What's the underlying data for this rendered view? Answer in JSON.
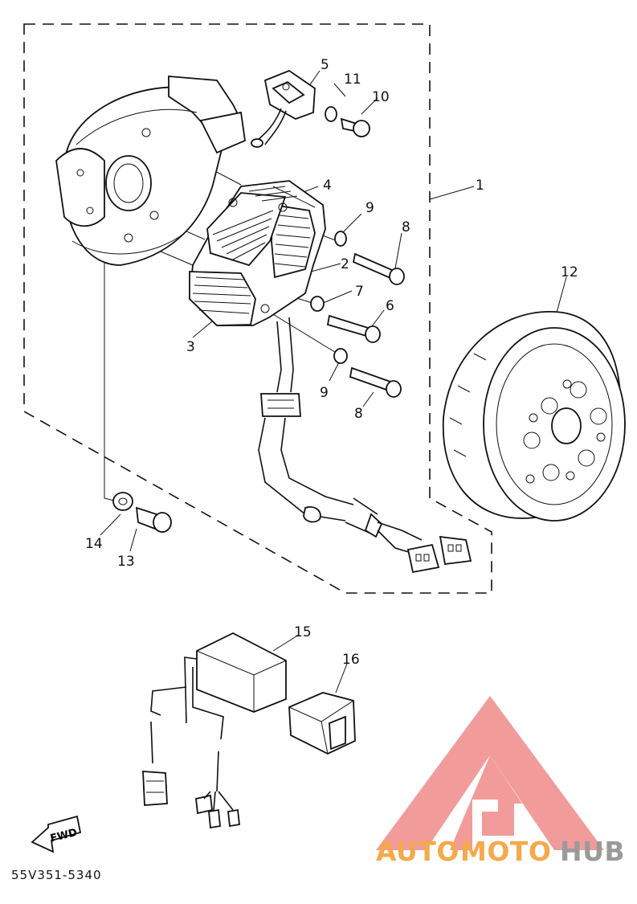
{
  "diagram": {
    "callouts": {
      "c1": "1",
      "c2": "2",
      "c3": "3",
      "c4": "4",
      "c5": "5",
      "c6": "6",
      "c7": "7",
      "c8a": "8",
      "c8b": "8",
      "c9a": "9",
      "c9b": "9",
      "c10": "10",
      "c11": "11",
      "c12": "12",
      "c13": "13",
      "c14": "14",
      "c15": "15",
      "c16": "16"
    },
    "fwd_label": "FWD",
    "drawing_code": "55V351-5340"
  },
  "watermark": {
    "part1": "AUTO",
    "part2": "MOTO",
    "part3": "HUB",
    "color_auto": "#f5a94a",
    "color_moto": "#f5a94a",
    "color_hub": "#9a9a9a",
    "logo_color": "#f08a8a"
  }
}
